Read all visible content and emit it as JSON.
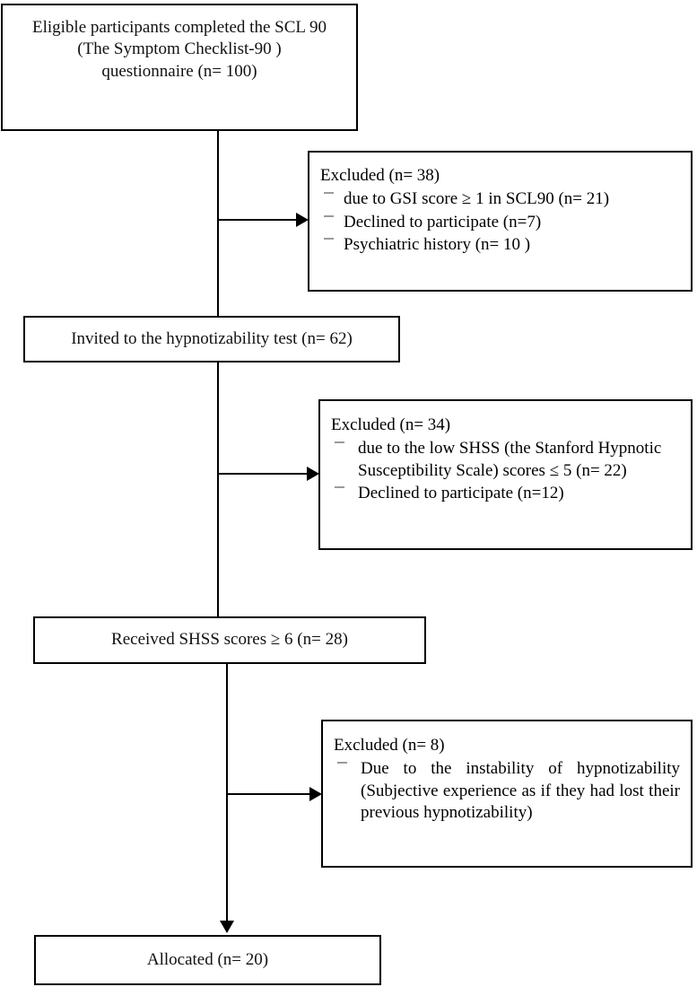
{
  "diagram": {
    "type": "participant-flow-chart",
    "title": "",
    "nodes": {
      "enrollment": {
        "line1": "Eligible participants completed the SCL 90",
        "line2": "(The Symptom Checklist-90 )",
        "line3": "questionnaire (n= 100)",
        "n": 100
      },
      "invited": {
        "text": "Invited to the hypnotizability test (n= 62)",
        "n": 62
      },
      "received": {
        "text": "Received SHSS scores ≥ 6 (n= 28)",
        "n": 28
      },
      "allocated": {
        "text": "Allocated (n= 20)",
        "n": 20
      }
    },
    "exclusions": [
      {
        "title": "Excluded (n= 38)",
        "n": 38,
        "reasons": [
          "due to GSI score ≥ 1 in SCL90 (n= 21)",
          "Declined to participate (n=7)",
          "Psychiatric history  (n= 10 )"
        ]
      },
      {
        "title": "Excluded (n= 34)",
        "n": 34,
        "reasons": [
          "due to the low SHSS (the Stanford Hypnotic Susceptibility Scale) scores ≤ 5 (n= 22)",
          "Declined to participate (n=12)"
        ]
      },
      {
        "title": "Excluded (n= 8)",
        "n": 8,
        "reasons": [
          "Due to the instability of hypnotizability (Subjective experience as if they had lost their previous hypnotizability)"
        ]
      }
    ],
    "colors": {
      "stroke": "#000000",
      "background": "#ffffff",
      "text": "#111111",
      "bullet": "#9a9a9a"
    }
  }
}
